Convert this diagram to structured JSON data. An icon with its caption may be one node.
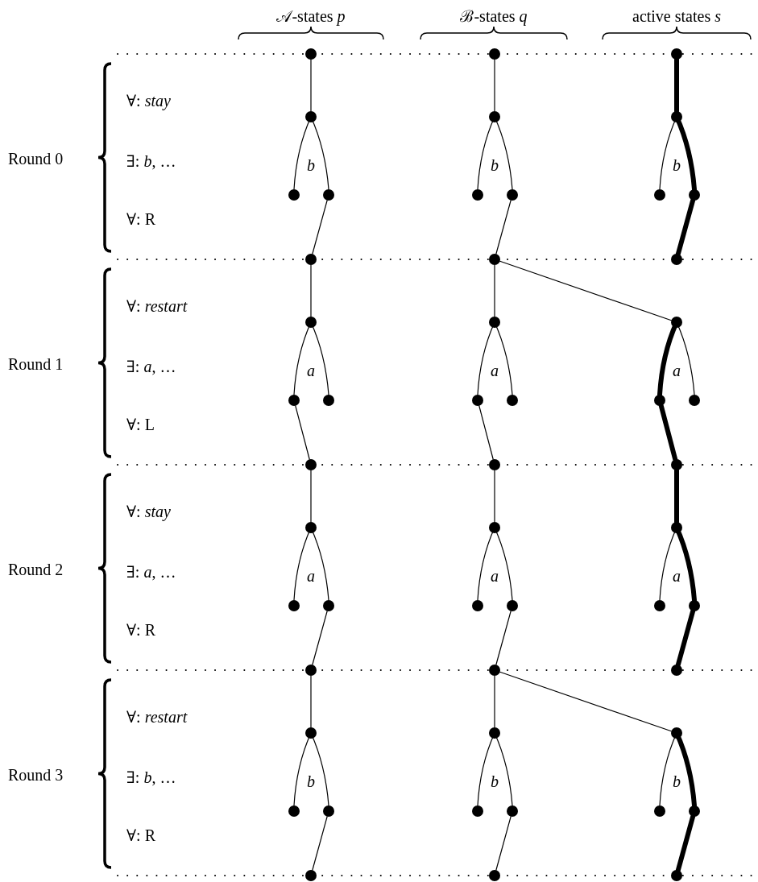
{
  "diagram": {
    "nodes": [
      {
        "text": [],
        "shape": "circle"
      },
      {
        "text": [],
        "shape": "circle"
      },
      {
        "text": [],
        "shape": "circle"
      },
      {
        "text": [],
        "shape": "circle"
      },
      {
        "text": [],
        "shape": "circle"
      },
      {
        "text": [],
        "shape": "circle"
      },
      {
        "text": [],
        "shape": "circle"
      },
      {
        "text": [],
        "shape": "circle"
      },
      {
        "text": [],
        "shape": "circle"
      },
      {
        "text": [],
        "shape": "circle"
      },
      {
        "text": [],
        "shape": "circle"
      },
      {
        "text": [],
        "shape": "circle"
      },
      {
        "text": [],
        "shape": "circle"
      },
      {
        "text": [],
        "shape": "circle"
      },
      {
        "text": [],
        "shape": "circle"
      },
      {
        "text": [],
        "shape": "circle"
      },
      {
        "text": [],
        "shape": "circle"
      },
      {
        "text": [],
        "shape": "circle"
      },
      {
        "text": [],
        "shape": "circle"
      },
      {
        "text": [],
        "shape": "circle"
      },
      {
        "text": [],
        "shape": "circle"
      },
      {
        "text": [],
        "shape": "circle"
      },
      {
        "text": [],
        "shape": "circle"
      },
      {
        "text": [],
        "shape": "circle"
      },
      {
        "text": [],
        "shape": "circle"
      },
      {
        "text": [],
        "shape": "circle"
      },
      {
        "text": [],
        "shape": "circle"
      },
      {
        "text": [],
        "shape": "circle"
      },
      {
        "text": [],
        "shape": "circle"
      },
      {
        "text": [],
        "shape": "circle"
      },
      {
        "text": [],
        "shape": "circle"
      },
      {
        "text": [],
        "shape": "circle"
      },
      {
        "text": [],
        "shape": "circle"
      },
      {
        "text": [],
        "shape": "circle"
      },
      {
        "text": [],
        "shape": "circle"
      },
      {
        "text": [],
        "shape": "circle"
      },
      {
        "text": [],
        "shape": "circle"
      },
      {
        "text": [],
        "shape": "circle"
      },
      {
        "text": [],
        "shape": "circle"
      },
      {
        "text": [],
        "shape": "circle"
      },
      {
        "text": [],
        "shape": "circle"
      },
      {
        "text": [],
        "shape": "circle"
      },
      {
        "text": [],
        "shape": "circle"
      },
      {
        "text": [],
        "shape": "circle"
      },
      {
        "text": [],
        "shape": "circle"
      },
      {
        "text": [],
        "shape": "circle"
      },
      {
        "text": [],
        "shape": "circle"
      },
      {
        "text": [],
        "shape": "circle"
      },
      {
        "text": [],
        "shape": "circle"
      },
      {
        "text": [],
        "shape": "circle"
      },
      {
        "text": [],
        "shape": "circle"
      }
    ],
    "edges": [
      {
        "from": 0,
        "to": 1,
        "arrow": "none"
      },
      {
        "from": 1,
        "to": 2,
        "arrow": "none"
      },
      {
        "from": 1,
        "to": 3,
        "arrow": "none"
      },
      {
        "from": 3,
        "to": 12,
        "arrow": "none"
      },
      {
        "from": 4,
        "to": 5,
        "arrow": "none"
      },
      {
        "from": 5,
        "to": 6,
        "arrow": "none"
      },
      {
        "from": 5,
        "to": 7,
        "arrow": "none"
      },
      {
        "from": 7,
        "to": 16,
        "arrow": "none"
      },
      {
        "from": 8,
        "to": 9,
        "arrow": "none",
        "style": "thick"
      },
      {
        "from": 9,
        "to": 10,
        "arrow": "none"
      },
      {
        "from": 9,
        "to": 11,
        "arrow": "none",
        "style": "thick"
      },
      {
        "from": 11,
        "to": 20,
        "arrow": "none",
        "style": "thick"
      },
      {
        "from": 12,
        "to": 13,
        "arrow": "none"
      },
      {
        "from": 13,
        "to": 14,
        "arrow": "none"
      },
      {
        "from": 13,
        "to": 15,
        "arrow": "none"
      },
      {
        "from": 14,
        "to": 24,
        "arrow": "none"
      },
      {
        "from": 16,
        "to": 17,
        "arrow": "none"
      },
      {
        "from": 17,
        "to": 18,
        "arrow": "none"
      },
      {
        "from": 17,
        "to": 19,
        "arrow": "none"
      },
      {
        "from": 18,
        "to": 28,
        "arrow": "none"
      },
      {
        "from": 16,
        "to": 21,
        "arrow": "none"
      },
      {
        "from": 21,
        "to": 22,
        "arrow": "none",
        "style": "thick"
      },
      {
        "from": 21,
        "to": 23,
        "arrow": "none"
      },
      {
        "from": 22,
        "to": 32,
        "arrow": "none",
        "style": "thick"
      },
      {
        "from": 24,
        "to": 25,
        "arrow": "none"
      },
      {
        "from": 25,
        "to": 26,
        "arrow": "none"
      },
      {
        "from": 25,
        "to": 27,
        "arrow": "none"
      },
      {
        "from": 27,
        "to": 36,
        "arrow": "none"
      },
      {
        "from": 28,
        "to": 29,
        "arrow": "none"
      },
      {
        "from": 29,
        "to": 30,
        "arrow": "none"
      },
      {
        "from": 29,
        "to": 31,
        "arrow": "none"
      },
      {
        "from": 31,
        "to": 40,
        "arrow": "none"
      },
      {
        "from": 32,
        "to": 33,
        "arrow": "none",
        "style": "thick"
      },
      {
        "from": 33,
        "to": 34,
        "arrow": "none"
      },
      {
        "from": 33,
        "to": 35,
        "arrow": "none",
        "style": "thick"
      },
      {
        "from": 35,
        "to": 44,
        "arrow": "none",
        "style": "thick"
      },
      {
        "from": 36,
        "to": 37,
        "arrow": "none"
      },
      {
        "from": 37,
        "to": 38,
        "arrow": "none"
      },
      {
        "from": 37,
        "to": 39,
        "arrow": "none"
      },
      {
        "from": 39,
        "to": 48,
        "arrow": "none"
      },
      {
        "from": 40,
        "to": 41,
        "arrow": "none"
      },
      {
        "from": 41,
        "to": 42,
        "arrow": "none"
      },
      {
        "from": 41,
        "to": 43,
        "arrow": "none"
      },
      {
        "from": 43,
        "to": 49,
        "arrow": "none"
      },
      {
        "from": 40,
        "to": 45,
        "arrow": "none"
      },
      {
        "from": 45,
        "to": 46,
        "arrow": "none"
      },
      {
        "from": 45,
        "to": 47,
        "arrow": "none",
        "style": "thick"
      },
      {
        "from": 47,
        "to": 50,
        "arrow": "none",
        "style": "thick"
      }
    ],
    "labels": [
      "𝒜-states *p*",
      "ℬ-states *q*",
      "active states *s*",
      "Round 0",
      "∀: *stay*",
      "∃: *b*, …",
      "∀: R",
      "*b*",
      "*b*",
      "*b*",
      "Round 1",
      "∀: *restart*",
      "∃: *a*, …",
      "∀: L",
      "*a*",
      "*a*",
      "*a*",
      "Round 2",
      "∀: *stay*",
      "∃: *a*, …",
      "∀: R",
      "*a*",
      "*a*",
      "*a*",
      "Round 3",
      "∀: *restart*",
      "∃: *b*, …",
      "∀: R",
      "*b*",
      "*b*",
      "*b*"
    ]
  }
}
